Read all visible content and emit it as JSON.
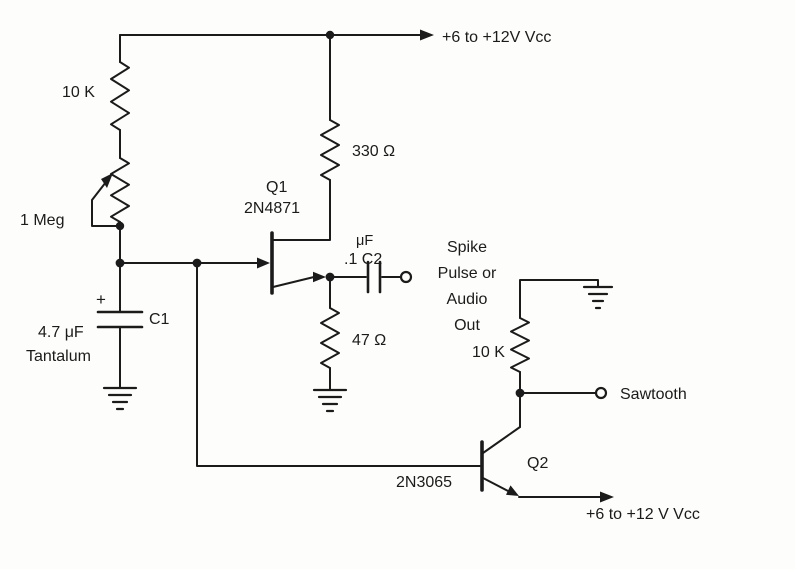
{
  "schematic": {
    "power_top": {
      "label": "+6 to +12V Vcc"
    },
    "r_charge": {
      "label": "10 K"
    },
    "potentiometer": {
      "label": "1 Meg"
    },
    "c1": {
      "polarity": "+",
      "value": "4.7 μF",
      "type": "Tantalum",
      "name": "C1"
    },
    "q1": {
      "name": "Q1",
      "part": "2N4871"
    },
    "r_b2": {
      "label": "330 Ω"
    },
    "c2": {
      "unit": "μF",
      "label": ".1 C2"
    },
    "r_b1": {
      "label": "47 Ω"
    },
    "spike_output": {
      "line1": "Spike",
      "line2": "Pulse or",
      "line3": "Audio",
      "line4": "Out"
    },
    "r_load": {
      "label": "10 K"
    },
    "sawtooth_output": {
      "label": "Sawtooth"
    },
    "q2": {
      "name": "Q2",
      "part": "2N3065"
    },
    "power_bottom": {
      "label": "+6 to  +12 V Vcc"
    }
  }
}
